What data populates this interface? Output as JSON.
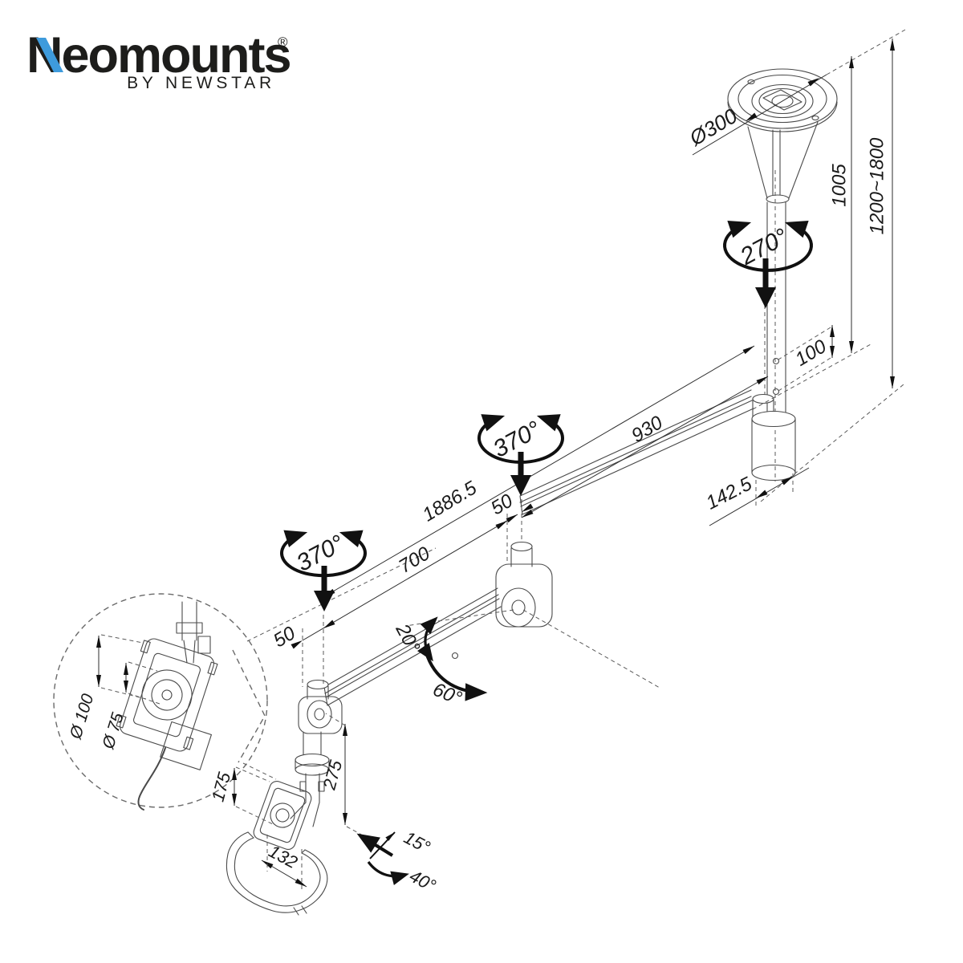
{
  "logo": {
    "brand": "Neomounts",
    "registered": "®",
    "byline": "BY NEWSTAR",
    "accent_color": "#3E9BDC",
    "text_color": "#1D1D1B"
  },
  "colors": {
    "background": "#ffffff",
    "line_work": "#4a4a4a",
    "dimension_text": "#1a1a1a",
    "arrows": "#111111"
  },
  "labels": {
    "plate_diameter": "Ø300",
    "column_length": "1005",
    "height_range": "1200~1800",
    "column_rotation": "270°",
    "height_increment": "100",
    "upper_arm_length": "930",
    "total_reach": "1886.5",
    "upper_pivot_offset": "50",
    "column_offset": "142.5",
    "mid_rotation": "370°",
    "end_rotation": "370°",
    "lower_arm_length": "700",
    "lower_pivot_offset": "50",
    "fold_angle_inner": "20°",
    "fold_angle_outer": "60°",
    "vesa_outer": "Ø 100",
    "vesa_inner": "Ø 75",
    "bracket_height": "175",
    "drop_length": "275",
    "bracket_width": "132",
    "tilt_angle": "15°",
    "swivel_angle": "40°"
  }
}
